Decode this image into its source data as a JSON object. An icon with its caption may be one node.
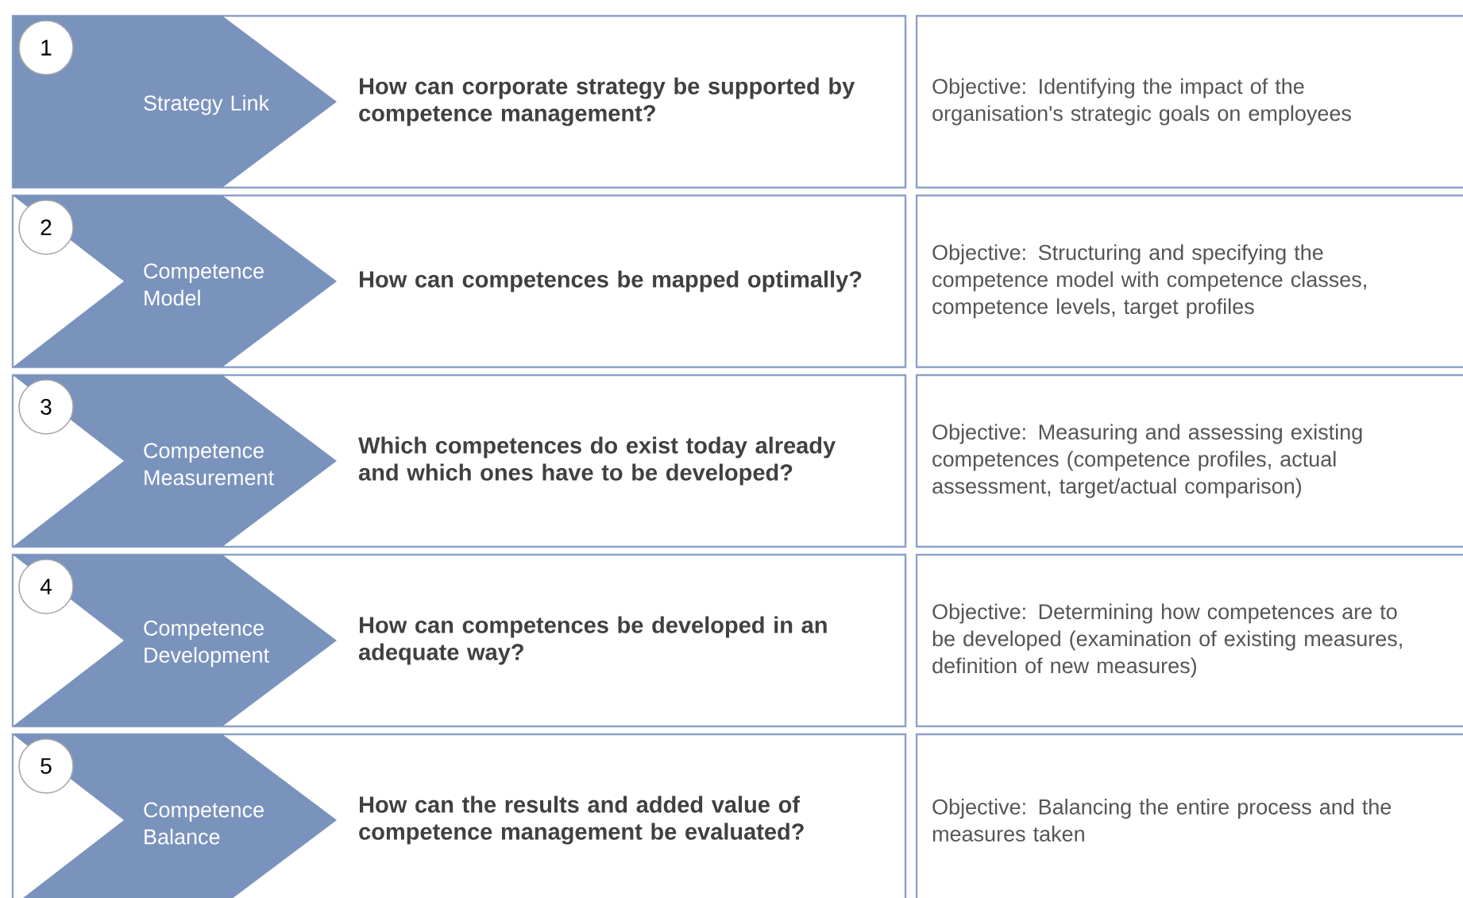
{
  "diagram": {
    "nodes": [
      {
        "text": [
          "How can corporate strategy be supported by competence management?"
        ]
      },
      {
        "text": [
          "1"
        ],
        "in": 2
      },
      {
        "text": [
          "Strategy Link"
        ],
        "in": 0
      },
      {
        "text": [
          "Objective: Identifying the impact of the organisation's strategic goals on employees"
        ]
      },
      {
        "text": [
          "How can competences be mapped optimally?"
        ]
      },
      {
        "text": [
          "2"
        ],
        "in": 4
      },
      {
        "text": [
          "Competence Model"
        ],
        "in": 4
      },
      {
        "text": [
          "Objective: Structuring and specifying the competence model with competence classes, competence levels, target profiles"
        ]
      },
      {
        "text": [
          "Which competences do exist today already and which ones have to be developed?"
        ]
      },
      {
        "text": [
          "3"
        ],
        "in": 8
      },
      {
        "text": [
          "Competence Measurement"
        ],
        "in": 8
      },
      {
        "text": [
          "Objective: Measuring and assessing existing competences (competence profiles, actual assessment, target/actual comparison)"
        ]
      },
      {
        "text": [
          "How can competences be developed in an adequate way?"
        ]
      },
      {
        "text": [
          "4"
        ],
        "in": 12
      },
      {
        "text": [
          "Competence Development"
        ],
        "in": 12
      },
      {
        "text": [
          "Objective: Determining how competences are to be developed (examination of existing measures, definition of new measures)"
        ]
      },
      {
        "text": [
          "How can the results and added value of competence management be evaluated?"
        ]
      },
      {
        "text": [
          "5"
        ],
        "in": 16
      },
      {
        "text": [
          "Competence Balance"
        ],
        "in": 16
      },
      {
        "text": [
          "Objective: Balancing the entire process and the measures taken"
        ]
      }
    ]
  }
}
